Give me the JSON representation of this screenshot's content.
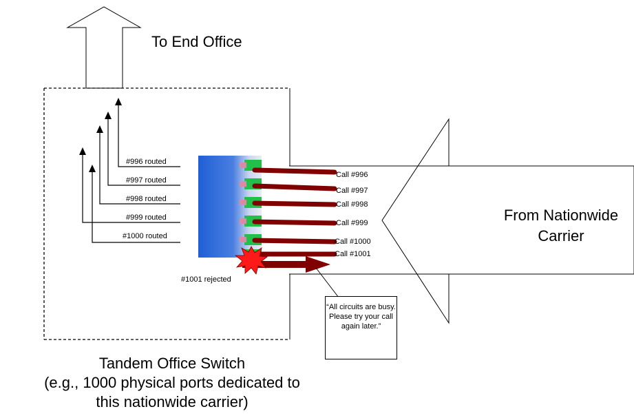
{
  "top_label": "To End Office",
  "carrier_label": [
    "From Nationwide",
    "Carrier"
  ],
  "switch_caption": [
    "Tandem Office Switch",
    "(e.g., 1000 physical ports dedicated to",
    "this nationwide carrier)"
  ],
  "routed_labels": [
    "#996 routed",
    "#997 routed",
    "#998 routed",
    "#999 routed",
    "#1000 routed"
  ],
  "call_labels": [
    "Call #996",
    "Call #997",
    "Call #998",
    "Call #999",
    "Call #1000",
    "Call #1001"
  ],
  "rejected_label": "#1001 rejected",
  "busy_message": "“All circuits are busy. Please try your call again later.”",
  "colors": {
    "call_line": "#800000",
    "panel_blue": "#1f5fd6",
    "port_green": "#22c04a",
    "burst_red": "#ff1a1a"
  }
}
